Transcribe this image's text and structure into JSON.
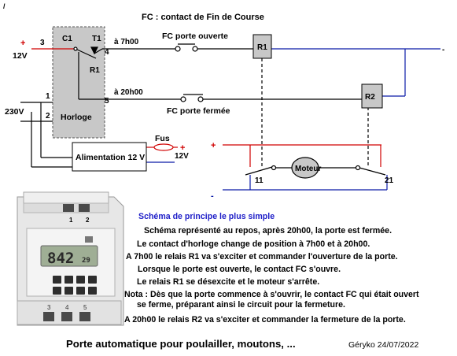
{
  "labels": {
    "title": "FC : contact de Fin de Course",
    "tick_mark": "/",
    "plus": "+",
    "minus": "-",
    "terminal_3": "3",
    "supply_12v": "12V",
    "c1": "C1",
    "t1": "T1",
    "r1_contact": "R1",
    "terminal_4": "4",
    "terminal_1": "1",
    "terminal_2": "2",
    "terminal_5": "5",
    "horloge": "Horloge",
    "supply_230v": "230V",
    "time_7h": "à 7h00",
    "time_20h": "à 20h00",
    "fc_open": "FC porte ouverte",
    "fc_closed": "FC porte fermée",
    "relay_r1": "R1",
    "relay_r2": "R2",
    "fus": "Fus",
    "alimentation": "Alimentation 12 V",
    "alim_out_12v": "12V",
    "moteur": "Moteur",
    "contact_11": "11",
    "contact_21": "21"
  },
  "timer_device": {
    "display": "842",
    "display_small": "29",
    "terminals_top": [
      "1",
      "2"
    ],
    "terminals_bottom": [
      "3",
      "4",
      "5"
    ]
  },
  "description": {
    "title": "Schéma de principe  le plus simple",
    "lines": [
      "Schéma représenté au repos, après 20h00, la porte est fermée.",
      "Le contact d'horloge change de position à 7h00 et à 20h00.",
      "A 7h00 le relais R1 va s'exciter et commander l'ouverture de la porte.",
      "Lorsque le porte est ouverte, le contact FC s'ouvre.",
      "Le relais R1  se désexcite et le moteur s'arrête.",
      "Nota : Dès que la porte commence à s'ouvrir, le contact FC qui était ouvert",
      "se ferme, préparant ainsi le circuit pour la  fermeture.",
      "A 20h00 le relais R2 va s'exciter et commander la fermeture de la porte."
    ]
  },
  "footer": {
    "caption": "Porte automatique pour poulailler, moutons,  ...",
    "signature": "Géryko 24/07/2022"
  },
  "colors": {
    "positive": "#d00000",
    "negative": "#0a1aa8",
    "horloge_fill": "#c8c8c8",
    "description_title": "#1e1ec8"
  }
}
